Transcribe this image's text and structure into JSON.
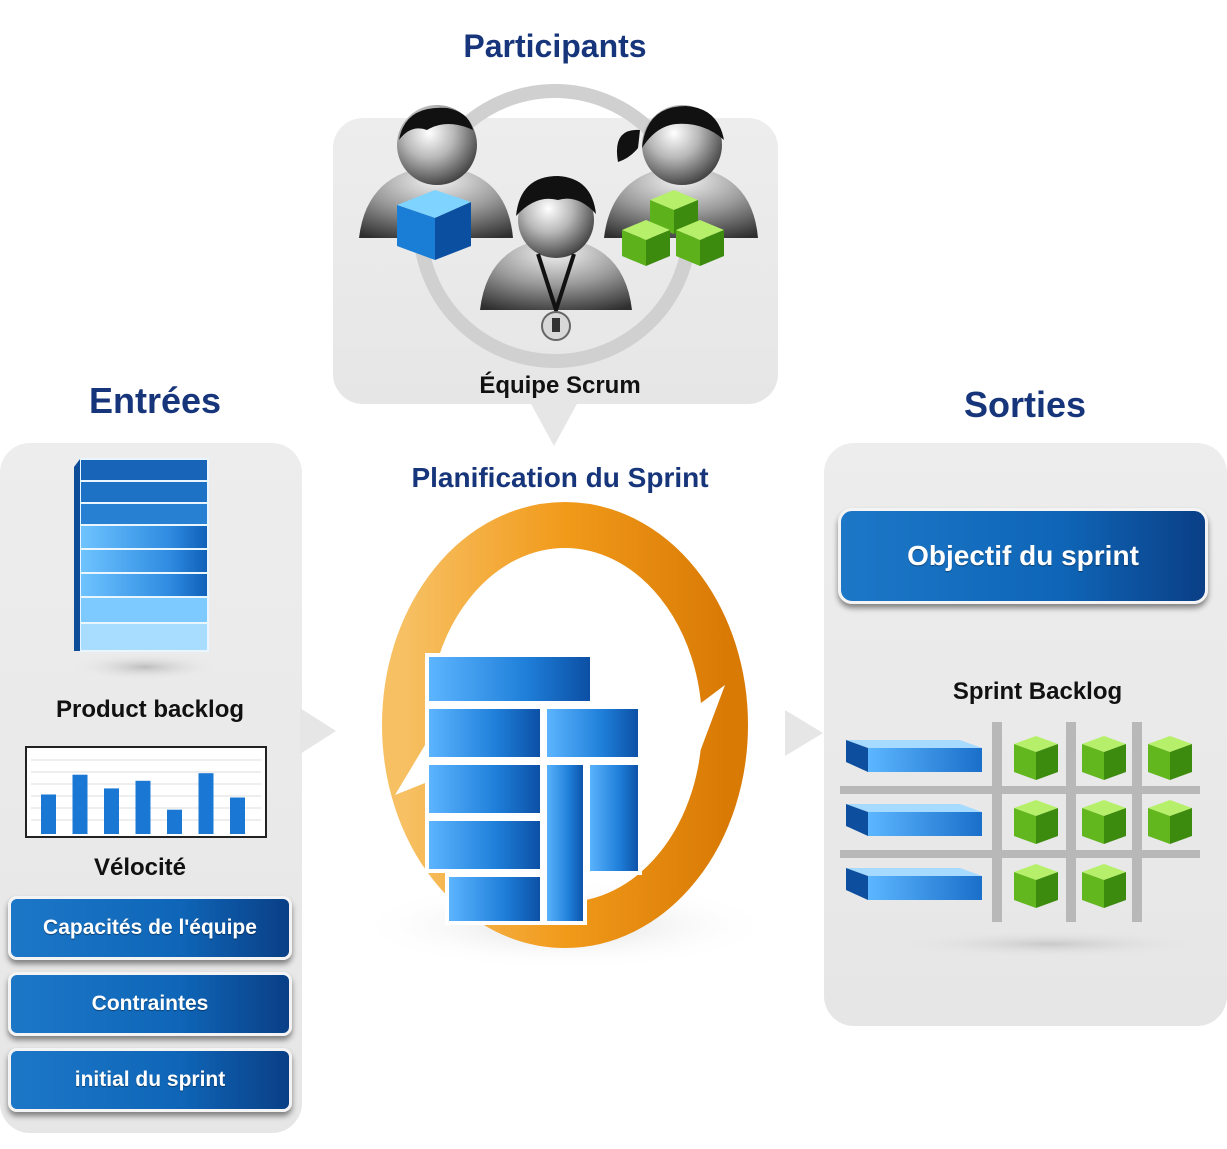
{
  "participants": {
    "title": "Participants",
    "team_label": "Équipe Scrum"
  },
  "center": {
    "title": "Planification du Sprint"
  },
  "inputs": {
    "title": "Entrées",
    "product_backlog_label": "Product backlog",
    "velocity_label": "Vélocité",
    "velocity_bars": [
      0.52,
      0.78,
      0.6,
      0.7,
      0.32,
      0.8,
      0.48
    ],
    "buttons": [
      "Capacités de l'équipe",
      "Contraintes",
      "initial du sprint"
    ]
  },
  "outputs": {
    "title": "Sorties",
    "goal_button": "Objectif du sprint",
    "sprint_backlog_label": "Sprint Backlog",
    "cube_rows": [
      3,
      3,
      2
    ]
  },
  "colors": {
    "heading": "#17357a",
    "blue": "#1d77c7",
    "orange": "#f5a623",
    "green": "#6cc61c",
    "panel": "#e9e9e9"
  }
}
